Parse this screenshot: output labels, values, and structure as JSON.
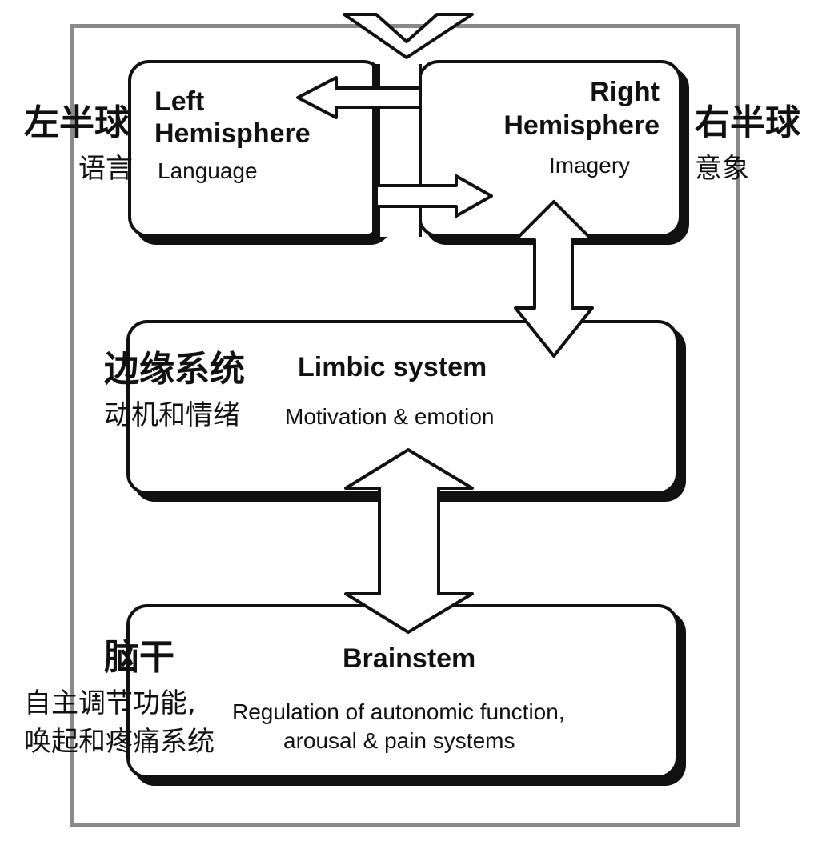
{
  "left_hemisphere": {
    "title_en_line1": "Left",
    "title_en_line2": "Hemisphere",
    "subtitle_en": "Language",
    "title_zh": "左半球",
    "subtitle_zh": "语言"
  },
  "right_hemisphere": {
    "title_en_line1": "Right",
    "title_en_line2": "Hemisphere",
    "subtitle_en": "Imagery",
    "title_zh": "右半球",
    "subtitle_zh": "意象"
  },
  "limbic": {
    "title_en": "Limbic system",
    "subtitle_en": "Motivation & emotion",
    "title_zh": "边缘系统",
    "subtitle_zh": "动机和情绪"
  },
  "brainstem": {
    "title_en": "Brainstem",
    "subtitle_en_line1": "Regulation of autonomic function,",
    "subtitle_en_line2": "arousal & pain systems",
    "title_zh": "脑干",
    "subtitle_zh_line1": "自主调节功能,",
    "subtitle_zh_line2": "唤起和疼痛系统"
  }
}
